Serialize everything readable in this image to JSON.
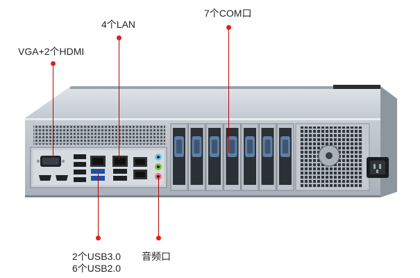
{
  "callouts": {
    "com": "7个COM口",
    "lan": "4个LAN",
    "vga_hdmi": "VGA+2个HDMI",
    "usb_line1": "2个USB3.0",
    "usb_line2": "6个USB2.0",
    "audio": "音频口"
  },
  "colors": {
    "leader": "#b30000",
    "dot": "#e0201a",
    "chassis_top": "#cfd6dd",
    "chassis_back": "#b9c0c7"
  },
  "counts": {
    "com_ports": 7,
    "lan_ports": 4,
    "hdmi_ports": 2,
    "usb3_ports": 2,
    "usb2_ports": 6
  }
}
